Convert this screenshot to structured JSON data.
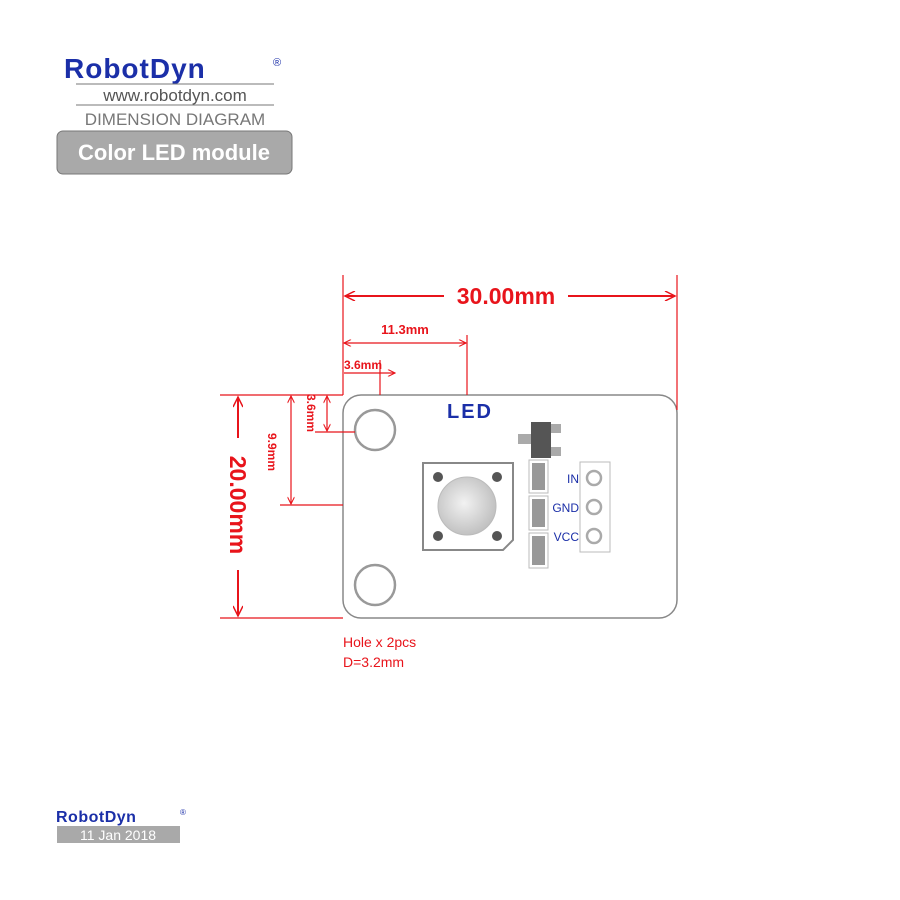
{
  "header": {
    "brand": "RobotDyn",
    "registered": "®",
    "website": "www.robotdyn.com",
    "doc_type": "DIMENSION DIAGRAM",
    "product": "Color LED module"
  },
  "dimensions": {
    "width_total": "30.00mm",
    "height_total": "20.00mm",
    "led_offset_x": "11.3mm",
    "hole_offset_x": "3.6mm",
    "hole_offset_y": "3.6mm",
    "led_offset_y": "9.9mm"
  },
  "board": {
    "silkscreen_label": "LED",
    "pins": [
      "IN",
      "GND",
      "VCC"
    ]
  },
  "hole_note": {
    "line1": "Hole x 2pcs",
    "line2": "D=3.2mm"
  },
  "footer": {
    "brand": "RobotDyn",
    "registered": "®",
    "date": "11 Jan 2018"
  },
  "colors": {
    "brand_blue": "#1b2fa8",
    "dimension_red": "#e8141b",
    "badge_gray": "#a9a9a9"
  }
}
